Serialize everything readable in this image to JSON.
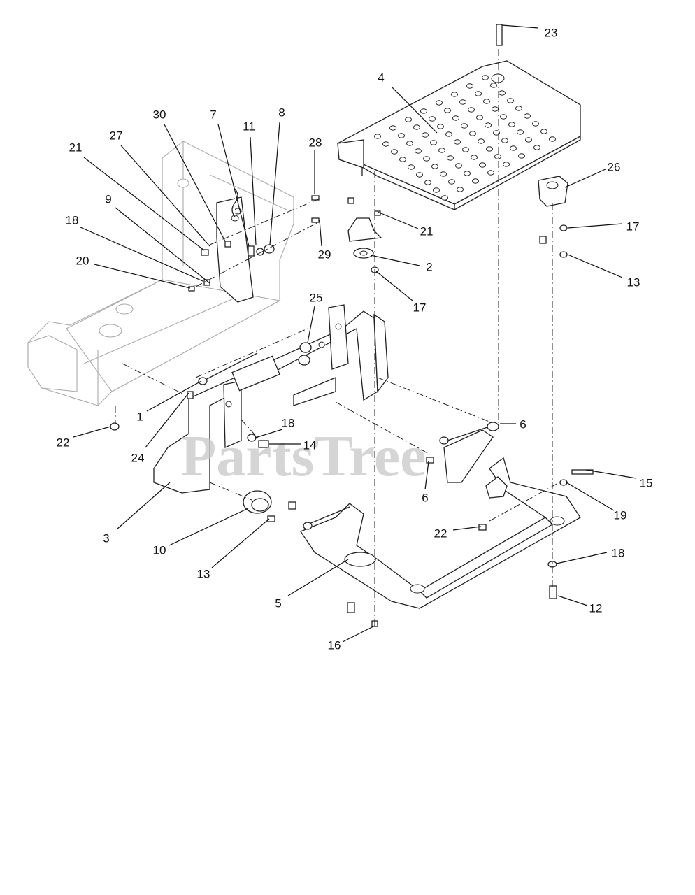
{
  "watermark": "PartsTree",
  "callouts": [
    {
      "n": "23"
    },
    {
      "n": "4"
    },
    {
      "n": "26"
    },
    {
      "n": "30"
    },
    {
      "n": "7"
    },
    {
      "n": "11"
    },
    {
      "n": "8"
    },
    {
      "n": "27"
    },
    {
      "n": "28"
    },
    {
      "n": "21"
    },
    {
      "n": "9"
    },
    {
      "n": "18"
    },
    {
      "n": "20"
    },
    {
      "n": "21"
    },
    {
      "n": "29"
    },
    {
      "n": "17"
    },
    {
      "n": "2"
    },
    {
      "n": "13"
    },
    {
      "n": "17"
    },
    {
      "n": "25"
    },
    {
      "n": "1"
    },
    {
      "n": "24"
    },
    {
      "n": "22"
    },
    {
      "n": "18"
    },
    {
      "n": "14"
    },
    {
      "n": "6"
    },
    {
      "n": "6"
    },
    {
      "n": "15"
    },
    {
      "n": "19"
    },
    {
      "n": "3"
    },
    {
      "n": "10"
    },
    {
      "n": "22"
    },
    {
      "n": "13"
    },
    {
      "n": "18"
    },
    {
      "n": "5"
    },
    {
      "n": "12"
    },
    {
      "n": "16"
    }
  ]
}
